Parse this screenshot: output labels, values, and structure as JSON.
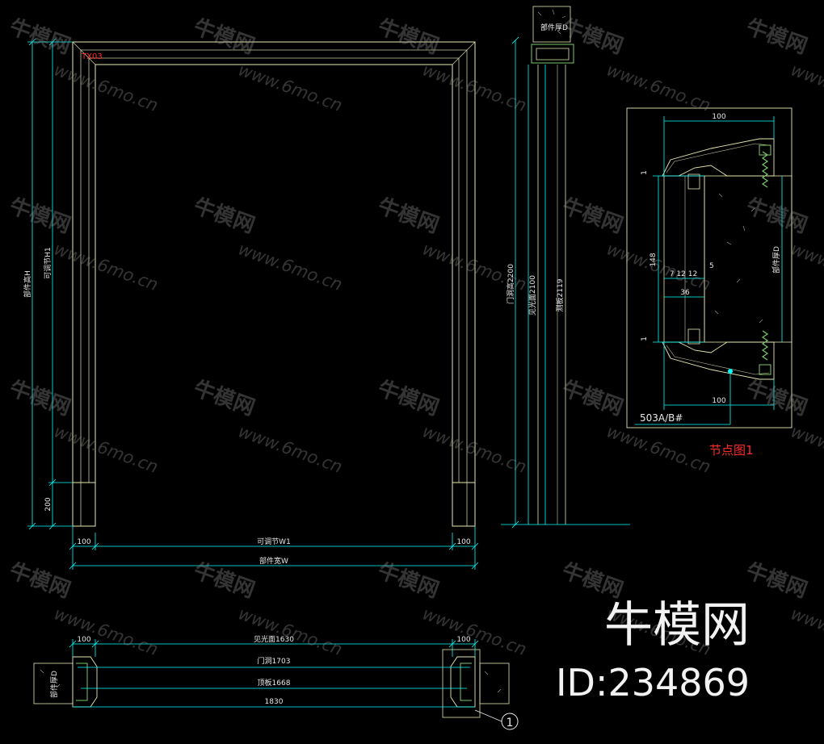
{
  "elevation": {
    "tag": "TX03",
    "left_dims": {
      "overall_height": "部件高H",
      "adjustable_height": "可调节H1",
      "base_height": "200"
    },
    "bottom_dims": {
      "left_width": "100",
      "adjustable_width": "可调节W1",
      "right_width": "100",
      "overall_width": "部件宽W"
    }
  },
  "section": {
    "top_label": "部件厚D",
    "dims": {
      "door_opening_height": "门洞高2200",
      "clear_height": "见光面2100",
      "casing_height": "测板2119"
    }
  },
  "plan": {
    "dims": {
      "left_width": "100",
      "clear_width": "见光面1630",
      "right_width": "100",
      "door_opening": "门洞1703",
      "top_board": "顶板1668",
      "overall": "1830",
      "wall_label": "部件厚D"
    },
    "callout": "1"
  },
  "node": {
    "dims": {
      "top_width": "100",
      "bottom_width": "100",
      "height": "148",
      "gap": "5",
      "details": "7 12 12",
      "depth": "36",
      "thickness": "部件厚D",
      "marker_top": "1",
      "marker_bottom": "1"
    },
    "material_code": "503A/B#",
    "title": "节点图1"
  },
  "watermark": {
    "cn": "牛模网",
    "url": "www.6mo.cn"
  },
  "brand": {
    "name": "牛模网",
    "id": "ID:234869"
  },
  "colors": {
    "background": "#000000",
    "dimension": "#00ffff",
    "outline": "#e8e8b0",
    "title": "#ff2a2a",
    "fill_green": "#7cc86a"
  }
}
